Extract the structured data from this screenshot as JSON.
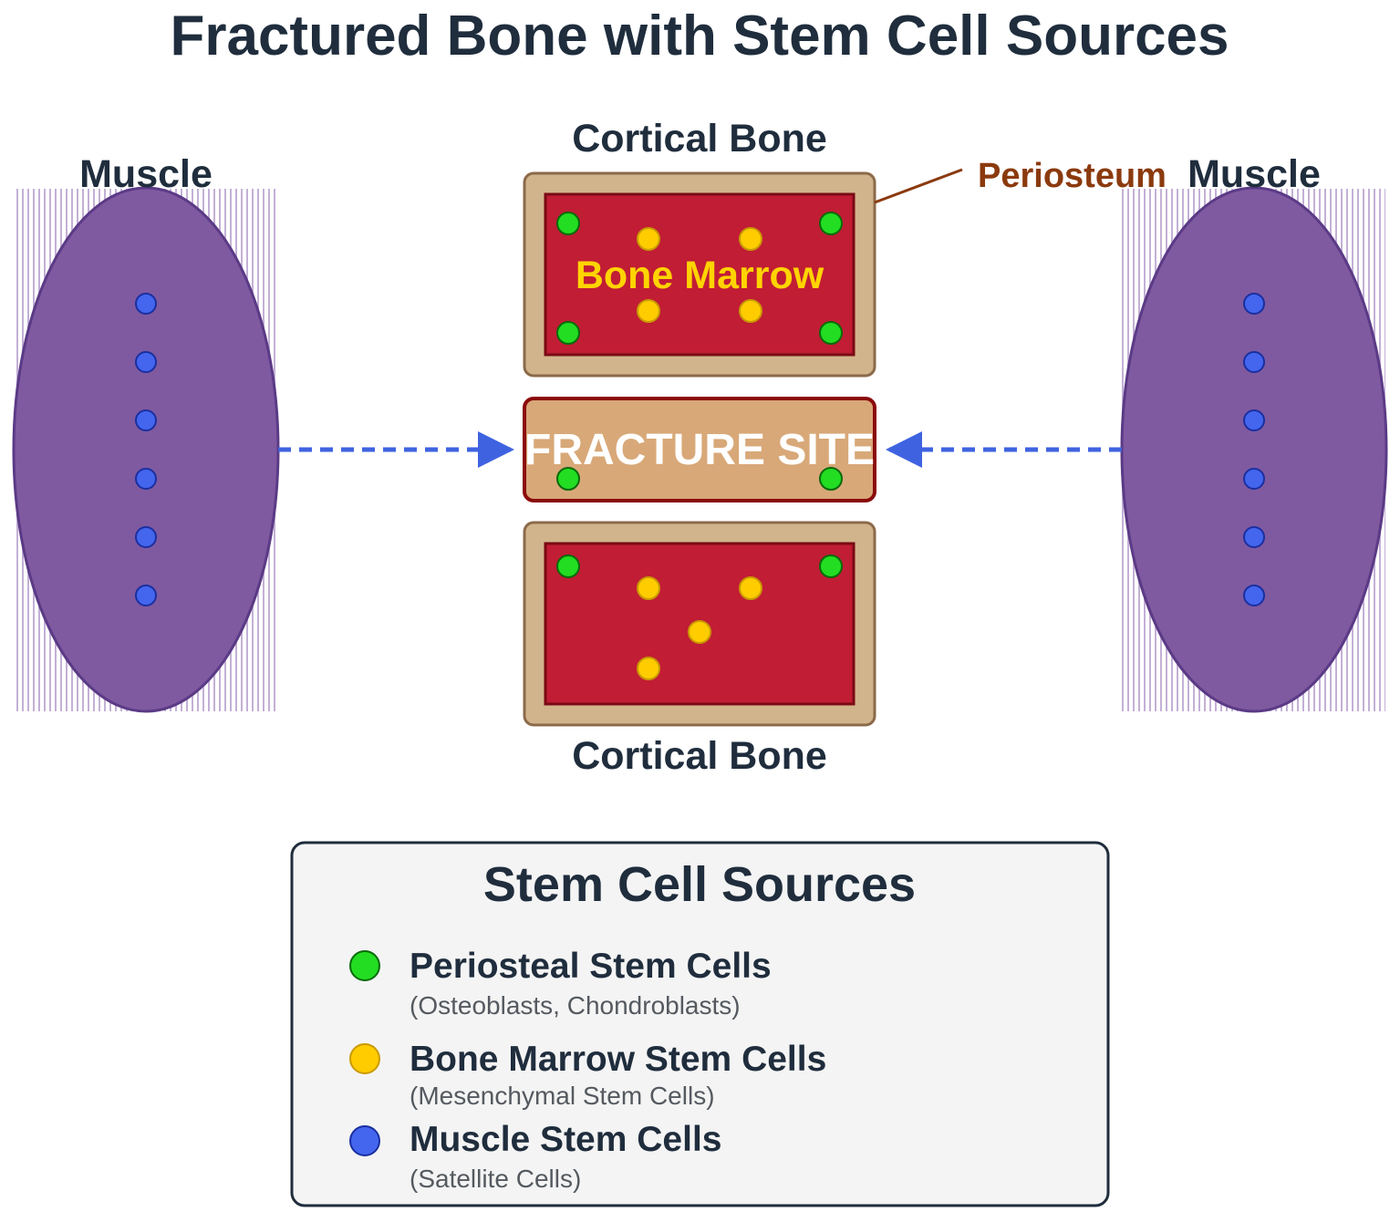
{
  "title": "Fractured Bone with Stem Cell Sources",
  "labels": {
    "muscle_left": "Muscle",
    "muscle_right": "Muscle",
    "cortical_top": "Cortical Bone",
    "cortical_bottom": "Cortical Bone",
    "periosteum": "Periosteum",
    "bone_marrow": "Bone Marrow",
    "fracture_site": "FRACTURE SITE"
  },
  "legend": {
    "title": "Stem Cell Sources",
    "items": [
      {
        "label": "Periosteal Stem Cells",
        "sub": "(Osteoblasts, Chondroblasts)",
        "color": "#22dd22"
      },
      {
        "label": "Bone Marrow Stem Cells",
        "sub": "(Mesenchymal Stem Cells)",
        "color": "#ffcc00"
      },
      {
        "label": "Muscle Stem Cells",
        "sub": "(Satellite Cells)",
        "color": "#4466ee"
      }
    ]
  },
  "colors": {
    "muscle": "#7f5aa0",
    "muscle_stroke": "#5b3a86",
    "bone": "#d2b48c",
    "bone_stroke": "#8b6a4a",
    "marrow": "#c11d35",
    "marrow_stroke": "#7a0a14",
    "fracture": "#d8a878",
    "fracture_stroke": "#8b0a0a",
    "arrow": "#3f63e0",
    "periosteum_line": "#8b3a0e",
    "periosteal_cell": "#22dd22",
    "marrow_cell": "#ffcc00",
    "muscle_cell": "#4466ee"
  }
}
